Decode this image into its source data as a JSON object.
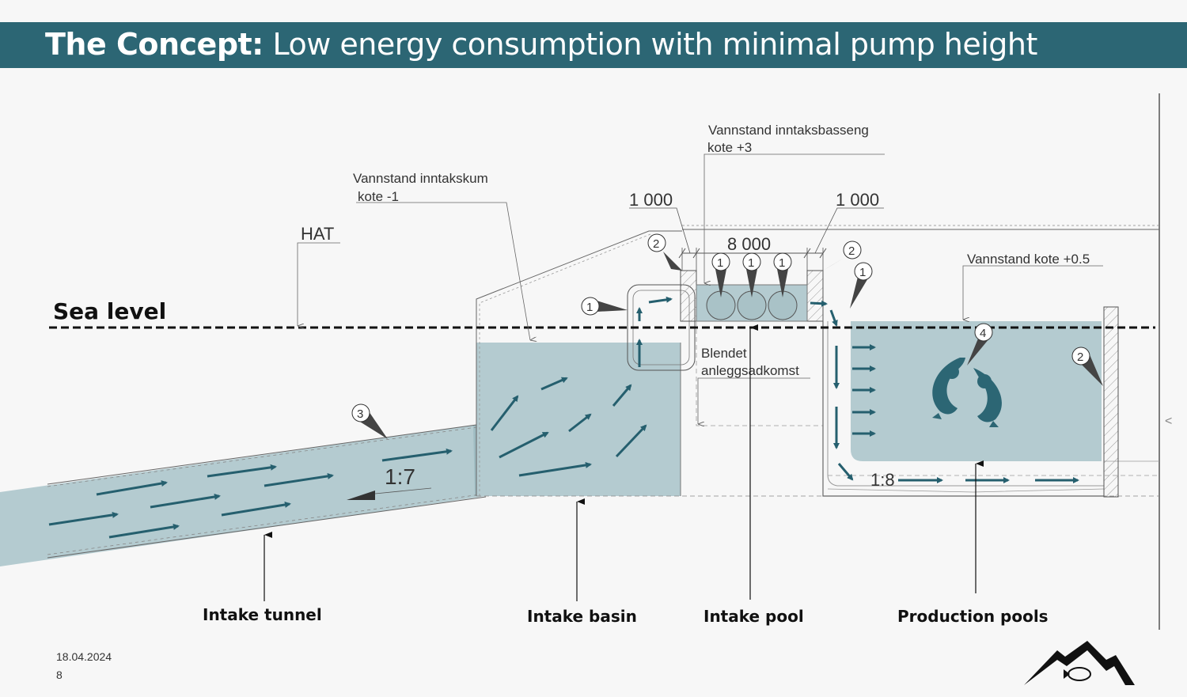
{
  "header": {
    "title_bold": "The Concept:",
    "title_rest": "Low energy consumption with minimal pump height"
  },
  "diagram": {
    "sea_level": "Sea level",
    "hat": "HAT",
    "vannstand_inntakskum": "Vannstand inntakskum",
    "kote_minus1": "kote -1",
    "vannstand_inntaksbasseng": "Vannstand inntaksbasseng",
    "kote_plus3": "kote +3",
    "dim_left": "1 000",
    "dim_middle": "8 000",
    "dim_right": "1 000",
    "vannstand_kote": "Vannstand kote +0.5",
    "blendet": "Blendet",
    "anleggsadkomst": "anleggsadkomst",
    "slope_tunnel": "1:7",
    "slope_pool": "1:8",
    "labels": {
      "intake_tunnel": "Intake tunnel",
      "intake_basin": "Intake basin",
      "intake_pool": "Intake pool",
      "production_pools": "Production pools"
    },
    "markers": {
      "m1": "1",
      "m2": "2",
      "m3": "3",
      "m4": "4"
    }
  },
  "colors": {
    "header_bg": "#2c6674",
    "water": "#b4cbd0",
    "arrow": "#255f6e"
  },
  "footer": {
    "date": "18.04.2024",
    "page": "8",
    "side_mark": "<"
  },
  "icons": [
    "fish-icon",
    "mountain-logo-icon"
  ]
}
